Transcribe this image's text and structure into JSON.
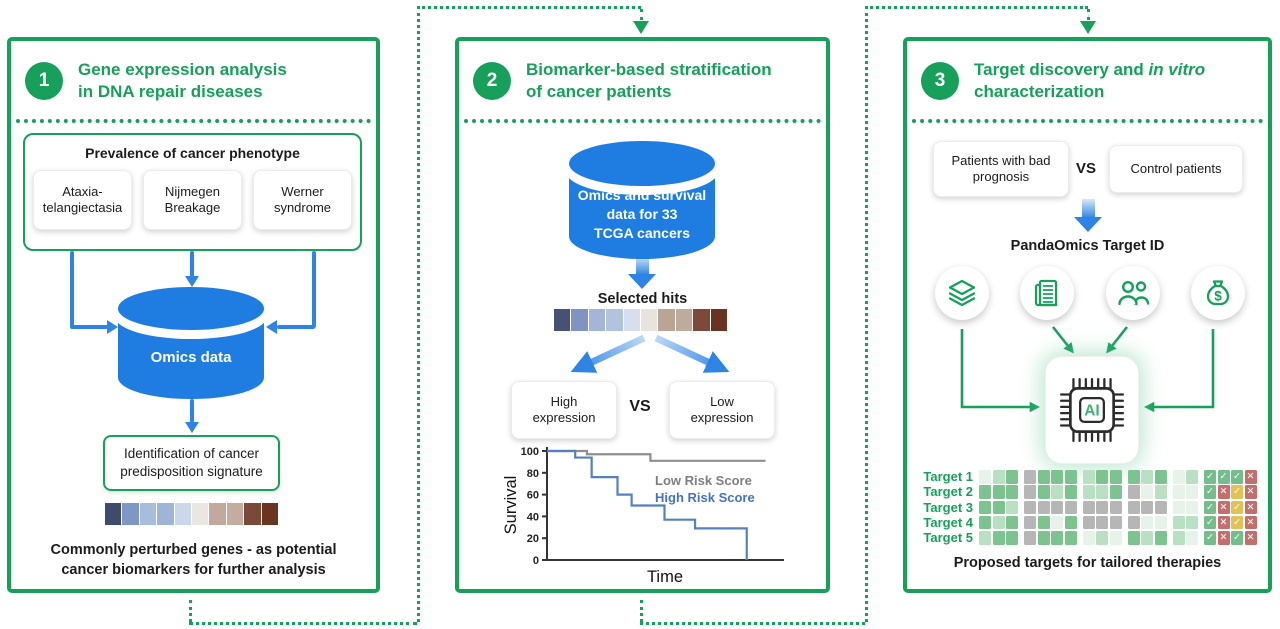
{
  "palette": {
    "green": "#16A05A",
    "blue": "#1F7CE0",
    "arrow_blue": "#2E84E4"
  },
  "panel1": {
    "number": "1",
    "title": "Gene expression analysis\nin DNA repair diseases",
    "prevalence_heading": "Prevalence of cancer phenotype",
    "diseases": [
      "Ataxia-\ntelangiectasia",
      "Nijmegen\nBreakage",
      "Werner\nsyndrome"
    ],
    "cylinder_label": "Omics data",
    "identification_label": "Identification of cancer\npredisposition signature",
    "strip": [
      "#3C4B6E",
      "#7E97C6",
      "#A8BDDC",
      "#9FB5D8",
      "#CBD8EB",
      "#EBE6E1",
      "#C1A99B",
      "#C4AD9F",
      "#7B4938",
      "#6A3420"
    ],
    "caption": "Commonly perturbed genes - as potential\ncancer biomarkers for further analysis"
  },
  "panel2": {
    "number": "2",
    "title": "Biomarker-based stratification\nof cancer patients",
    "cylinder_label": "Omics and survival\ndata for 33\nTCGA cancers",
    "selected_hits_label": "Selected hits",
    "strip": [
      "#475175",
      "#8094C2",
      "#A3B6D7",
      "#B2C3DE",
      "#D7DFEE",
      "#E9E3DD",
      "#BAA495",
      "#BFAA9C",
      "#7C493A",
      "#693322"
    ],
    "high_label": "High\nexpression",
    "vs_label": "VS",
    "low_label": "Low\nexpression"
  },
  "chart_data": {
    "type": "line",
    "subtype": "kaplan-meier-step",
    "title": "",
    "xlabel": "Time",
    "ylabel": "Survival",
    "ylim": [
      0,
      100
    ],
    "xlim": [
      0,
      100
    ],
    "yticks": [
      0,
      20,
      40,
      60,
      80,
      100
    ],
    "x_axis_ticks": "none",
    "grid": false,
    "legend_position": "upper-right-inside",
    "series": [
      {
        "name": "Low Risk Score",
        "color": "#8F8F8F",
        "label_color": "#7f7f7f",
        "points": [
          [
            0,
            100
          ],
          [
            17,
            100
          ],
          [
            17,
            97
          ],
          [
            44,
            97
          ],
          [
            44,
            91
          ],
          [
            93,
            91
          ]
        ]
      },
      {
        "name": "High Risk Score",
        "color": "#5580BE",
        "label_color": "#4573C4",
        "points": [
          [
            0,
            100
          ],
          [
            12,
            100
          ],
          [
            12,
            94
          ],
          [
            19,
            94
          ],
          [
            19,
            76
          ],
          [
            30,
            76
          ],
          [
            30,
            60
          ],
          [
            36,
            60
          ],
          [
            36,
            50
          ],
          [
            50,
            50
          ],
          [
            50,
            37
          ],
          [
            63,
            37
          ],
          [
            63,
            29
          ],
          [
            85,
            29
          ],
          [
            85,
            0
          ]
        ]
      }
    ]
  },
  "panel3": {
    "number": "3",
    "title_prefix": "Target discovery and ",
    "title_italic": "in vitro",
    "title_suffix": "\ncharacterization",
    "bad_prognosis_label": "Patients with bad\nprognosis",
    "vs_label": "VS",
    "control_label": "Control patients",
    "pandaomics_label": "PandaOmics Target ID",
    "icon_names": [
      "layers-icon",
      "publications-icon",
      "patients-icon",
      "funding-icon"
    ],
    "ai_chip_label": "AI",
    "targets": [
      "Target 1",
      "Target 2",
      "Target 3",
      "Target 4",
      "Target 5"
    ],
    "grid": {
      "group_sizes": [
        3,
        4,
        3,
        3,
        2
      ],
      "cell_colors": {
        "g": "#7CC390",
        "lg": "#B9E0C2",
        "vl": "#E7F3E9",
        "gy": "#B5B6B5"
      },
      "rows": [
        [
          "vl",
          "lg",
          "g",
          "gy",
          "g",
          "g",
          "g",
          "lg",
          "g",
          "g",
          "g",
          "lg",
          "g",
          "vl",
          "lg"
        ],
        [
          "g",
          "g",
          "g",
          "gy",
          "g",
          "lg",
          "g",
          "lg",
          "lg",
          "g",
          "gy",
          "vl",
          "lg",
          "vl",
          "vl"
        ],
        [
          "g",
          "g",
          "lg",
          "gy",
          "gy",
          "gy",
          "gy",
          "gy",
          "gy",
          "gy",
          "gy",
          "gy",
          "gy",
          "vl",
          "vl"
        ],
        [
          "g",
          "lg",
          "g",
          "gy",
          "g",
          "vl",
          "g",
          "gy",
          "gy",
          "gy",
          "gy",
          "vl",
          "vl",
          "lg",
          "lg"
        ],
        [
          "lg",
          "g",
          "g",
          "gy",
          "g",
          "g",
          "g",
          "vl",
          "lg",
          "vl",
          "g",
          "lg",
          "g",
          "lg",
          "vl"
        ]
      ],
      "verdict_colors": {
        "check-green": "#74BE8B",
        "cross-red": "#C46F6D",
        "check-yellow": "#E2C254"
      },
      "verdict_glyphs": {
        "check": "✓",
        "cross": "✕"
      },
      "verdicts": [
        [
          "check-green",
          "check-green",
          "check-green",
          "cross-red"
        ],
        [
          "check-green",
          "cross-red",
          "check-yellow",
          "cross-red"
        ],
        [
          "check-green",
          "cross-red",
          "check-yellow",
          "cross-red"
        ],
        [
          "check-green",
          "cross-red",
          "check-yellow",
          "cross-red"
        ],
        [
          "check-green",
          "cross-red",
          "check-green",
          "cross-red"
        ]
      ]
    },
    "caption": "Proposed targets for tailored therapies"
  }
}
